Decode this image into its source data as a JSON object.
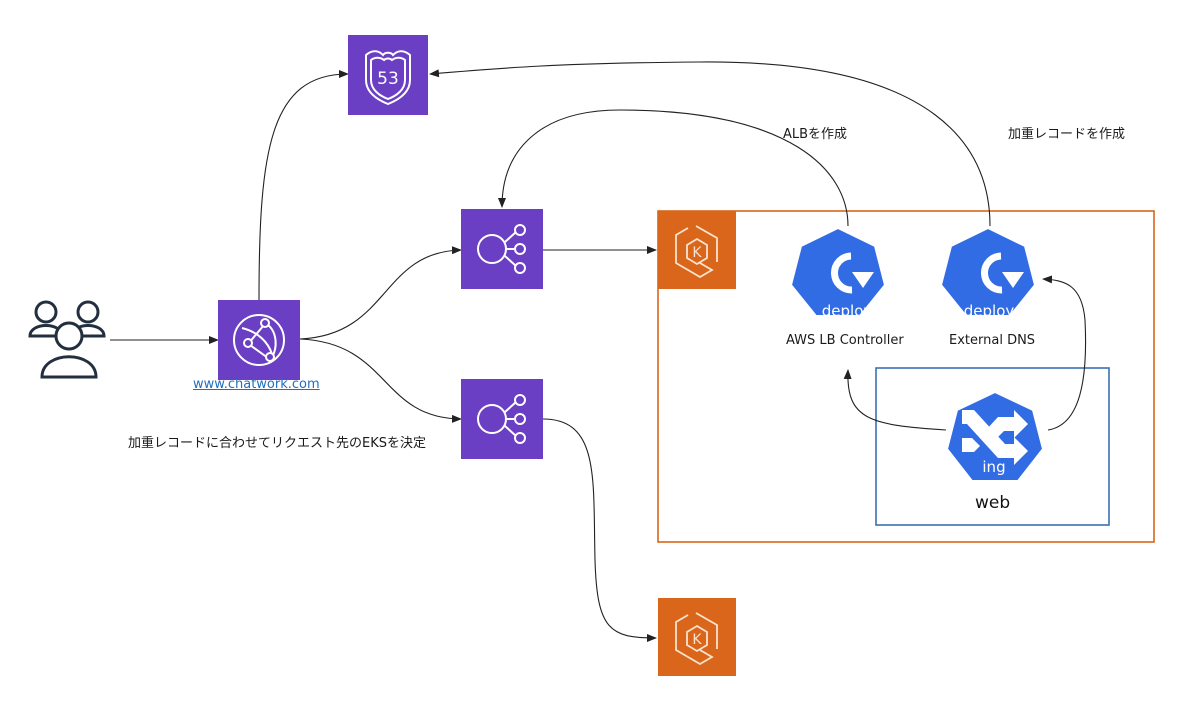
{
  "colors": {
    "aws_purple": "#6b3fc4",
    "eks_orange": "#d9661a",
    "cluster_border": "#d9661a",
    "namespace_border": "#3b6fb6",
    "k8s_blue": "#326ce5",
    "link_blue": "#1f6fbf",
    "edge": "#222222",
    "icon_stroke": "#ffffff"
  },
  "nodes": {
    "users": {
      "icon": "users-icon"
    },
    "cloudfront": {
      "icon": "cloudfront-icon",
      "label": "www.chatwork.com"
    },
    "route53": {
      "icon": "route53-icon",
      "badge": "53"
    },
    "alb_primary": {
      "icon": "elb-icon"
    },
    "alb_secondary": {
      "icon": "elb-icon"
    },
    "eks_primary": {
      "icon": "eks-icon",
      "letter": "K"
    },
    "eks_secondary": {
      "icon": "eks-icon",
      "letter": "K"
    },
    "aws_lb_controller": {
      "icon": "k8s-deploy-icon",
      "badge": "deploy",
      "label": "AWS LB Controller"
    },
    "external_dns": {
      "icon": "k8s-deploy-icon",
      "badge": "deploy",
      "label": "External DNS"
    },
    "ingress": {
      "icon": "k8s-ingress-icon",
      "badge": "ing"
    }
  },
  "groups": {
    "namespace": {
      "label": "web"
    }
  },
  "annotations": {
    "alb_create": "ALBを作成",
    "weighted_record_create": "加重レコードを作成",
    "routing_note": "加重レコードに合わせてリクエスト先のEKSを決定"
  },
  "edges": [
    {
      "from": "users",
      "to": "cloudfront"
    },
    {
      "from": "cloudfront",
      "to": "route53"
    },
    {
      "from": "cloudfront",
      "to": "alb_primary"
    },
    {
      "from": "cloudfront",
      "to": "alb_secondary"
    },
    {
      "from": "alb_primary",
      "to": "eks_primary"
    },
    {
      "from": "alb_secondary",
      "to": "eks_secondary"
    },
    {
      "from": "aws_lb_controller",
      "to": "alb_primary",
      "label": "ALBを作成"
    },
    {
      "from": "external_dns",
      "to": "route53",
      "label": "加重レコードを作成"
    },
    {
      "from": "ingress",
      "to": "aws_lb_controller"
    },
    {
      "from": "ingress",
      "to": "external_dns"
    }
  ]
}
